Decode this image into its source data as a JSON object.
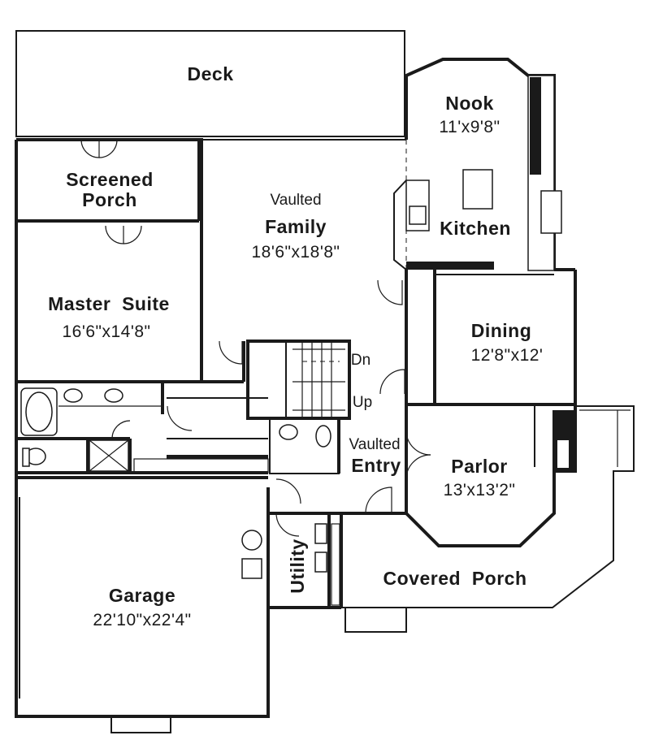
{
  "rooms": {
    "deck": {
      "name": "Deck"
    },
    "nook": {
      "name": "Nook",
      "dims": "11'x9'8\""
    },
    "screened_porch": {
      "name_line1": "Screened",
      "name_line2": "Porch"
    },
    "family": {
      "note": "Vaulted",
      "name": "Family",
      "dims": "18'6\"x18'8\""
    },
    "kitchen": {
      "name": "Kitchen"
    },
    "master_suite": {
      "name": "Master  Suite",
      "dims": "16'6\"x14'8\""
    },
    "dining": {
      "name": "Dining",
      "dims": "12'8\"x12'"
    },
    "stairs": {
      "down": "Dn",
      "up": "Up"
    },
    "entry": {
      "note": "Vaulted",
      "name": "Entry"
    },
    "parlor": {
      "name": "Parlor",
      "dims": "13'x13'2\""
    },
    "utility": {
      "name": "Utility"
    },
    "covered_porch": {
      "name": "Covered  Porch"
    },
    "garage": {
      "name": "Garage",
      "dims": "22'10\"x22'4\""
    }
  }
}
